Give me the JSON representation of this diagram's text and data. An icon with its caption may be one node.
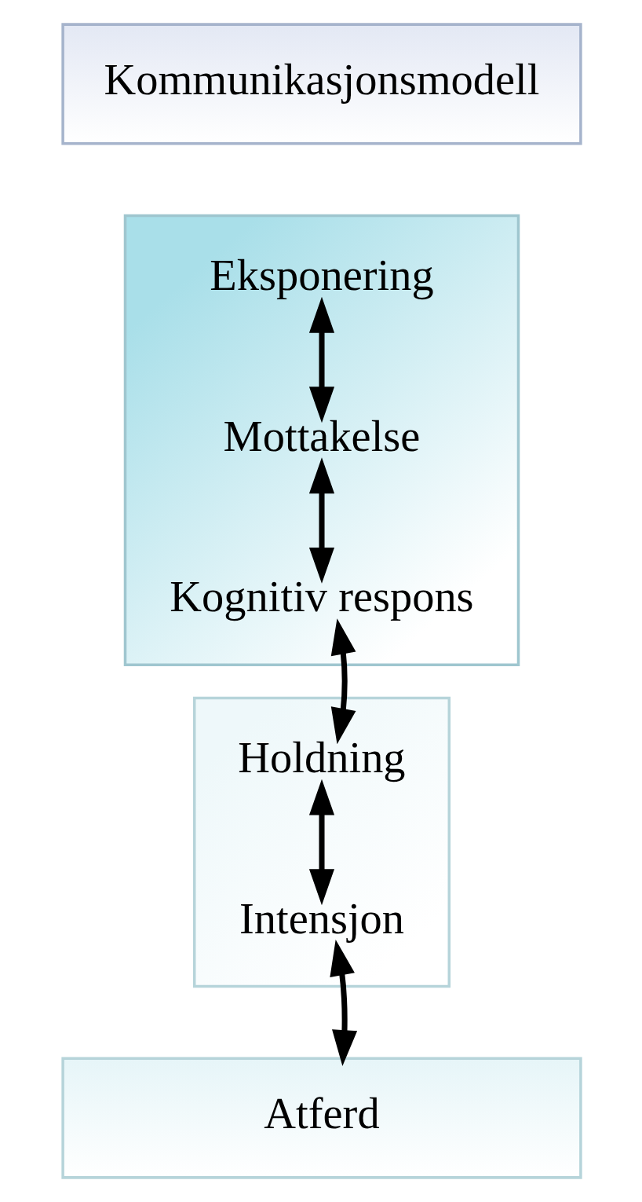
{
  "diagram": {
    "nodes": [
      {
        "text": [
          "Kommunikasjonsmodell"
        ]
      },
      {
        "text": [],
        "shape": "box"
      },
      {
        "text": [
          "Eksponering"
        ],
        "in": 1
      },
      {
        "text": [
          "Mottakelse"
        ],
        "in": 1
      },
      {
        "text": [
          "Kognitiv respons"
        ],
        "in": 1
      },
      {
        "text": [],
        "shape": "box"
      },
      {
        "text": [
          "Holdning"
        ],
        "in": 5
      },
      {
        "text": [
          "Intensjon"
        ],
        "in": 5
      },
      {
        "text": [
          "Atferd"
        ]
      }
    ],
    "edges": [
      {
        "from": 2,
        "to": 3,
        "arrow": "both"
      },
      {
        "from": 3,
        "to": 4,
        "arrow": "both"
      },
      {
        "from": 4,
        "to": 6,
        "arrow": "both"
      },
      {
        "from": 6,
        "to": 7,
        "arrow": "both"
      },
      {
        "from": 7,
        "to": 8,
        "arrow": "both"
      }
    ]
  }
}
